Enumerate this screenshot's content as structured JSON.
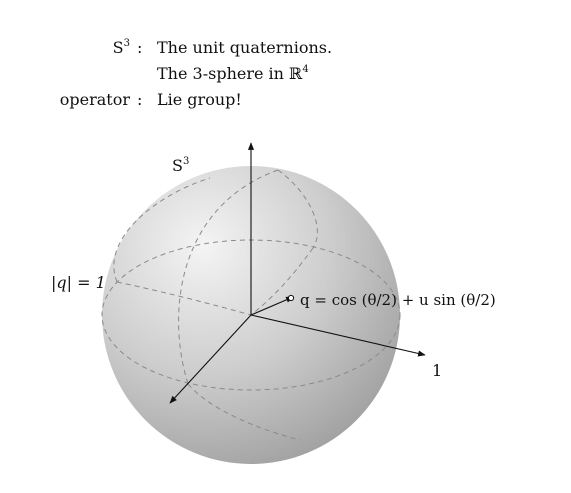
{
  "header": {
    "row1_label": "S",
    "row1_label_sup": "3",
    "row1_colon": ":",
    "row1_text": "The unit quaternions.",
    "row2_text_main": "The 3-sphere in ℝ",
    "row2_text_sup": "4",
    "row3_label": "operator",
    "row3_colon": ":",
    "row3_text": "Lie group!"
  },
  "sphere": {
    "label": "S",
    "label_sup": "3",
    "radius_label": "|q| = 1",
    "formula": "q = cos (θ/2) + u sin (θ/2)",
    "axis_label": "1"
  },
  "colors": {
    "sphere_light": "#f2f2f2",
    "sphere_dark": "#9c9c9c",
    "dashed": "#8a8a8a",
    "ink": "#111111"
  }
}
